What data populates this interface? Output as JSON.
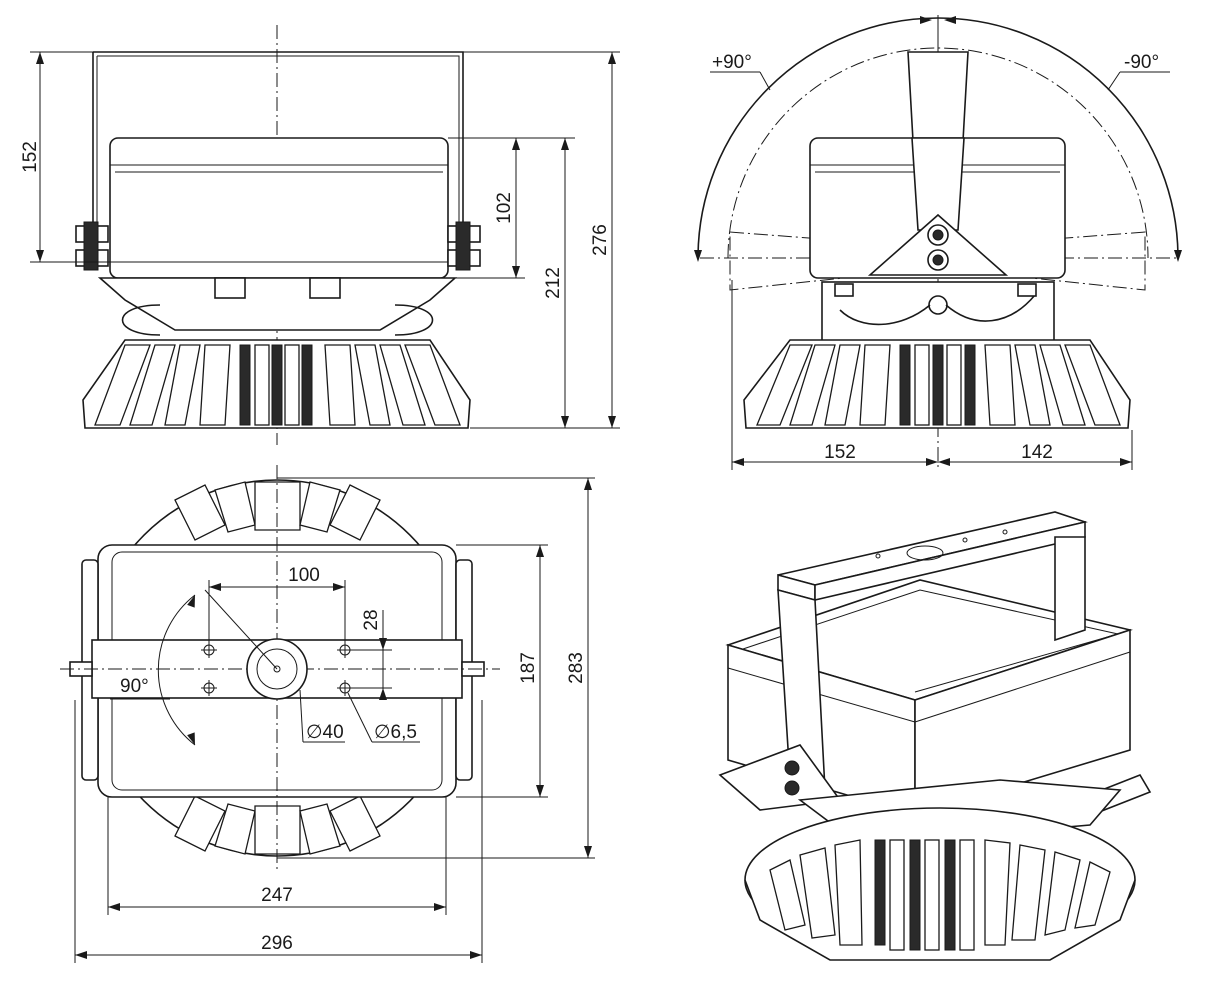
{
  "front_view": {
    "dim_152": "152",
    "dim_102": "102",
    "dim_212": "212",
    "dim_276": "276"
  },
  "side_view": {
    "angle_plus": "+90°",
    "angle_minus": "-90°",
    "dim_152": "152",
    "dim_142": "142"
  },
  "top_view": {
    "dim_100": "100",
    "dim_28": "28",
    "dim_187": "187",
    "dim_283": "283",
    "angle_90": "90°",
    "dia_40": "∅40",
    "dia_6_5": "∅6,5",
    "dim_247": "247",
    "dim_296": "296"
  }
}
